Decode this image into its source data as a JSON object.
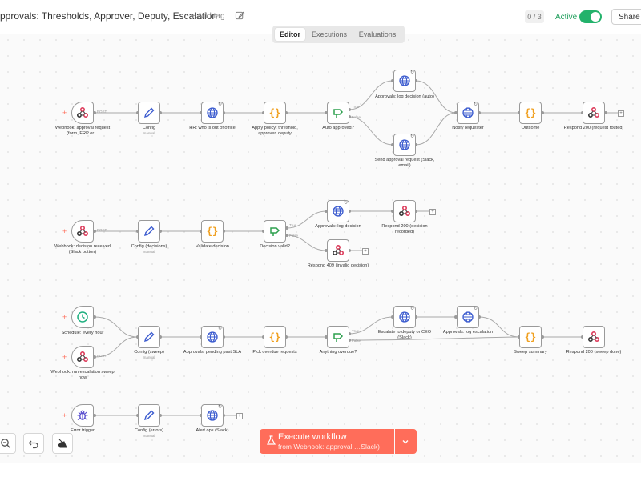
{
  "header": {
    "title": "pprovals: Thresholds, Approver, Deputy, Escalation",
    "add_tag": "+ Add tag",
    "counter": "0 / 3",
    "active_label": "Active",
    "share": "Share"
  },
  "tabs": [
    {
      "label": "Editor",
      "active": true
    },
    {
      "label": "Executions",
      "active": false
    },
    {
      "label": "Evaluations",
      "active": false
    }
  ],
  "colors": {
    "accent": "#ff6d5a",
    "active_green": "#23b26b",
    "webhook_icon": "#dd3a5a",
    "http_icon": "#3c5ccf",
    "code_icon": "#f0a020",
    "if_icon": "#2ea04f",
    "schedule_icon": "#20b080",
    "error_icon": "#5a4fcf"
  },
  "nodes": [
    {
      "id": "n1",
      "icon": "webhook-icon",
      "label": "Webhook: approval request (form, ERP or…",
      "trigger": true
    },
    {
      "id": "n2",
      "icon": "pencil-icon",
      "label": "Config",
      "sub": "manual"
    },
    {
      "id": "n3",
      "icon": "globe-icon",
      "label": "HR: who is out of office",
      "badge": "↻"
    },
    {
      "id": "n4",
      "icon": "code-icon",
      "label": "Apply policy: threshold, approver, deputy"
    },
    {
      "id": "n5",
      "icon": "branch-icon",
      "label": "Auto approved?"
    },
    {
      "id": "n6",
      "icon": "globe-icon",
      "label": "Approvals: log decision (auto)",
      "badge": "↻"
    },
    {
      "id": "n7",
      "icon": "globe-icon",
      "label": "Send approval request (Slack, email)",
      "badge": "↻"
    },
    {
      "id": "n8",
      "icon": "globe-icon",
      "label": "Notify requester",
      "badge": "↻"
    },
    {
      "id": "n9",
      "icon": "code-icon",
      "label": "Outcome"
    },
    {
      "id": "n10",
      "icon": "webhook-icon",
      "label": "Respond 200 (request routed)"
    },
    {
      "id": "n11",
      "icon": "webhook-icon",
      "label": "Webhook: decision received (Slack button)",
      "trigger": true
    },
    {
      "id": "n12",
      "icon": "pencil-icon",
      "label": "Config (decisions)",
      "sub": "manual"
    },
    {
      "id": "n13",
      "icon": "code-icon",
      "label": "Validate decision"
    },
    {
      "id": "n14",
      "icon": "branch-icon",
      "label": "Decision valid?"
    },
    {
      "id": "n15",
      "icon": "globe-icon",
      "label": "Approvals: log decision",
      "badge": "↻"
    },
    {
      "id": "n16",
      "icon": "webhook-icon",
      "label": "Respond 200 (decision recorded)"
    },
    {
      "id": "n17",
      "icon": "webhook-icon",
      "label": "Respond 409 (invalid decision)"
    },
    {
      "id": "n18",
      "icon": "clock-icon",
      "label": "Schedule: every hour",
      "trigger": true
    },
    {
      "id": "n19",
      "icon": "webhook-icon",
      "label": "Webhook: run escalation sweep now",
      "trigger": true
    },
    {
      "id": "n20",
      "icon": "pencil-icon",
      "label": "Config (sweep)",
      "sub": "manual"
    },
    {
      "id": "n21",
      "icon": "globe-icon",
      "label": "Approvals: pending past SLA",
      "badge": "↻"
    },
    {
      "id": "n22",
      "icon": "code-icon",
      "label": "Pick overdue requests"
    },
    {
      "id": "n23",
      "icon": "branch-icon",
      "label": "Anything overdue?"
    },
    {
      "id": "n24",
      "icon": "globe-icon",
      "label": "Escalate to deputy or CEO (Slack)",
      "badge": "↻"
    },
    {
      "id": "n25",
      "icon": "globe-icon",
      "label": "Approvals: log escalation",
      "badge": "↻"
    },
    {
      "id": "n26",
      "icon": "code-icon",
      "label": "Sweep summary"
    },
    {
      "id": "n27",
      "icon": "webhook-icon",
      "label": "Respond 200 (sweep done)"
    },
    {
      "id": "n28",
      "icon": "bug-icon",
      "label": "Error trigger",
      "trigger": true
    },
    {
      "id": "n29",
      "icon": "pencil-icon",
      "label": "Config (errors)",
      "sub": "manual"
    },
    {
      "id": "n30",
      "icon": "globe-icon",
      "label": "Alert ops (Slack)",
      "badge": "↻"
    }
  ],
  "connector_labels": {
    "post": "POST",
    "true": "True",
    "false": "False"
  },
  "execute": {
    "label": "Execute workflow",
    "from": "from Webhook: approval …Slack)"
  }
}
